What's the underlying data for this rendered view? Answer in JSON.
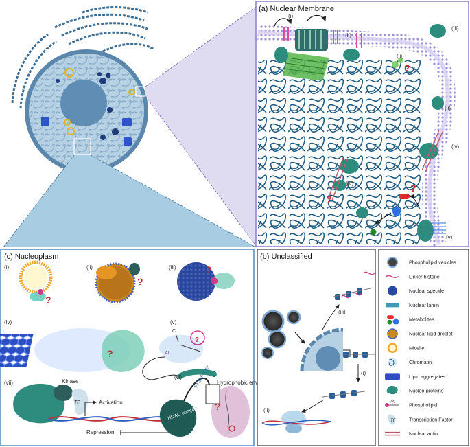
{
  "panels": {
    "a": {
      "title": "(a) Nuclear Membrane",
      "markers": [
        "(i)",
        "(ii)",
        "(iii)",
        "(iii)",
        "(ii)",
        "(iv)",
        "(iv)",
        "(v)"
      ]
    },
    "b": {
      "title": "(b) Unclassified",
      "markers": [
        "(iii)",
        "(i)",
        "(ii)"
      ]
    },
    "c": {
      "title": "(c) Nucleoplasm",
      "markers": [
        "(i)",
        "(ii)",
        "(iii)",
        "(iv)",
        "(v)",
        "(vi)",
        "(vii)"
      ],
      "labels": {
        "kinase": "Kinase",
        "tf": "TF",
        "activation": "Activation",
        "repression": "Repression",
        "hdac": "HDAC complex",
        "phd": "PHD Finger",
        "al": "AL",
        "c": "C",
        "hydrophobic": "Hydrophobic environment"
      }
    }
  },
  "legend": [
    {
      "label": "Phospholipid vesicles",
      "icon": "vesicle-icon"
    },
    {
      "label": "Linker histone",
      "icon": "linker-histone-icon"
    },
    {
      "label": "Nuclear speckle",
      "icon": "speckle-icon"
    },
    {
      "label": "Nuclear lamin",
      "icon": "lamin-icon"
    },
    {
      "label": "Metabolites",
      "icon": "metabolites-icon"
    },
    {
      "label": "Nuclear lipid droplet",
      "icon": "lipid-droplet-icon"
    },
    {
      "label": "Micelle",
      "icon": "micelle-icon"
    },
    {
      "label": "Chromatin",
      "icon": "chromatin-icon"
    },
    {
      "label": "Lipid aggregates",
      "icon": "lipid-aggregate-icon"
    },
    {
      "label": "Nucleo-proteins",
      "icon": "nucleoprotein-icon"
    },
    {
      "label": "Phospholipid",
      "icon": "phospholipid-icon",
      "prefix": "(or)"
    },
    {
      "label": "Transcription Factor",
      "icon": "tf-icon",
      "icon_text": "TF"
    },
    {
      "label": "Nuclear actin",
      "icon": "actin-icon"
    }
  ],
  "colors": {
    "panel_border": "#8f7fc4",
    "nucleus": "#a9c9e0",
    "chromatin": "#1f5a80",
    "protein": "#2e8c7e",
    "question": "#c0313a"
  }
}
